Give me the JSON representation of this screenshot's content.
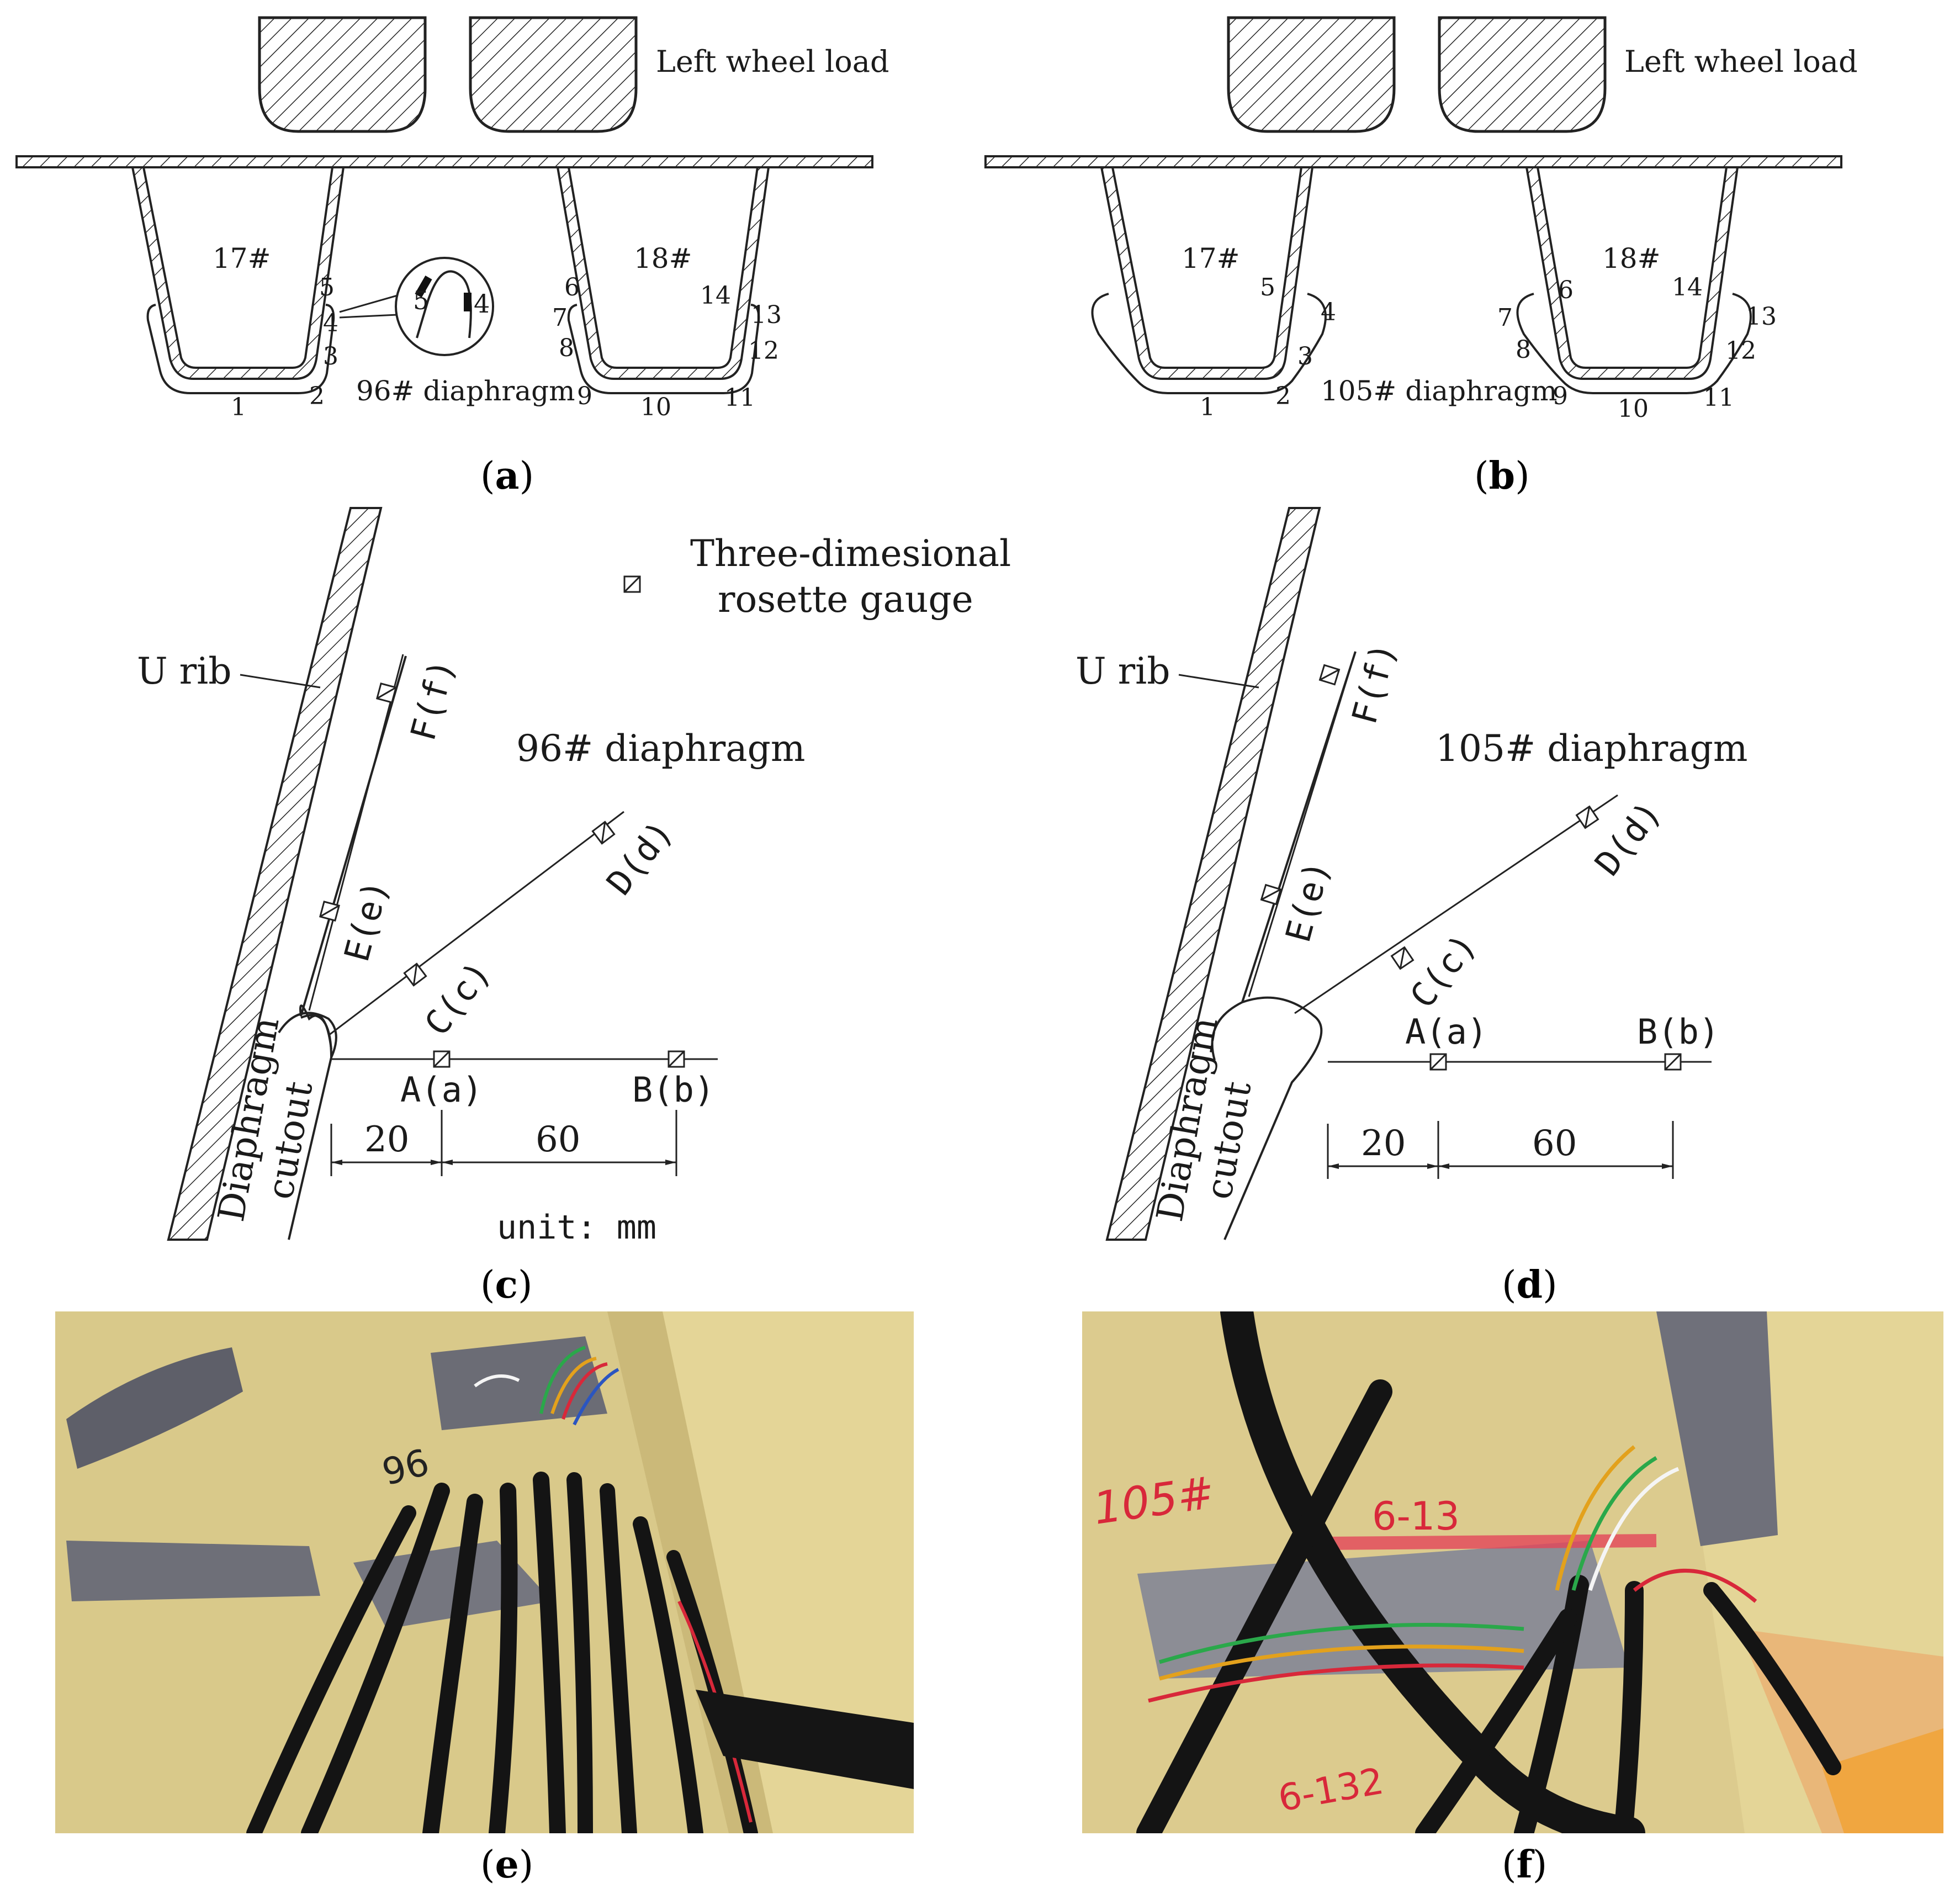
{
  "panel_a": {
    "load_label": "Left wheel load",
    "rib_left": "17#",
    "rib_right": "18#",
    "diaphragm": "96# diaphragm",
    "points": [
      "1",
      "2",
      "3",
      "4",
      "5",
      "6",
      "7",
      "8",
      "9",
      "10",
      "11",
      "12",
      "13",
      "14"
    ],
    "inset_left": "5",
    "inset_right": "4",
    "caption_open": "(",
    "caption_letter": "a",
    "caption_close": ")"
  },
  "panel_b": {
    "load_label": "Left wheel load",
    "rib_left": "17#",
    "rib_right": "18#",
    "diaphragm": "105# diaphragm",
    "points": [
      "1",
      "2",
      "3",
      "4",
      "5",
      "6",
      "7",
      "8",
      "9",
      "10",
      "11",
      "12",
      "13",
      "14"
    ],
    "caption_open": "(",
    "caption_letter": "b",
    "caption_close": ")"
  },
  "panel_c": {
    "legend_line1": "Three-dimesional",
    "legend_line2": "rosette gauge",
    "u_rib": "U rib",
    "diaphragm": "96# diaphragm",
    "cutout_line1": "Diaphragm",
    "cutout_line2": "cutout",
    "gauges": [
      "A(a)",
      "B(b)",
      "C(c)",
      "D(d)",
      "E(e)",
      "F(f)"
    ],
    "dim1": "20",
    "dim2": "60",
    "unit": "unit: mm",
    "caption_open": "(",
    "caption_letter": "c",
    "caption_close": ")"
  },
  "panel_d": {
    "u_rib": "U rib",
    "diaphragm": "105# diaphragm",
    "cutout_line1": "Diaphragm",
    "cutout_line2": "cutout",
    "gauges": [
      "A(a)",
      "B(b)",
      "C(c)",
      "D(d)",
      "E(e)",
      "F(f)"
    ],
    "dim1": "20",
    "dim2": "60",
    "caption_open": "(",
    "caption_letter": "d",
    "caption_close": ")"
  },
  "panel_e": {
    "photo_marking": "96",
    "caption_open": "(",
    "caption_letter": "e",
    "caption_close": ")"
  },
  "panel_f": {
    "photo_marking_1": "105#",
    "photo_marking_2": "6-13",
    "photo_marking_3": "6-132",
    "caption_open": "(",
    "caption_letter": "f",
    "caption_close": ")"
  },
  "colors": {
    "ink": "#222222",
    "steel_paint": "#d9c98a",
    "grey_patch": "#6e6f78",
    "cable": "#141414",
    "marker_red": "#d8283a"
  }
}
